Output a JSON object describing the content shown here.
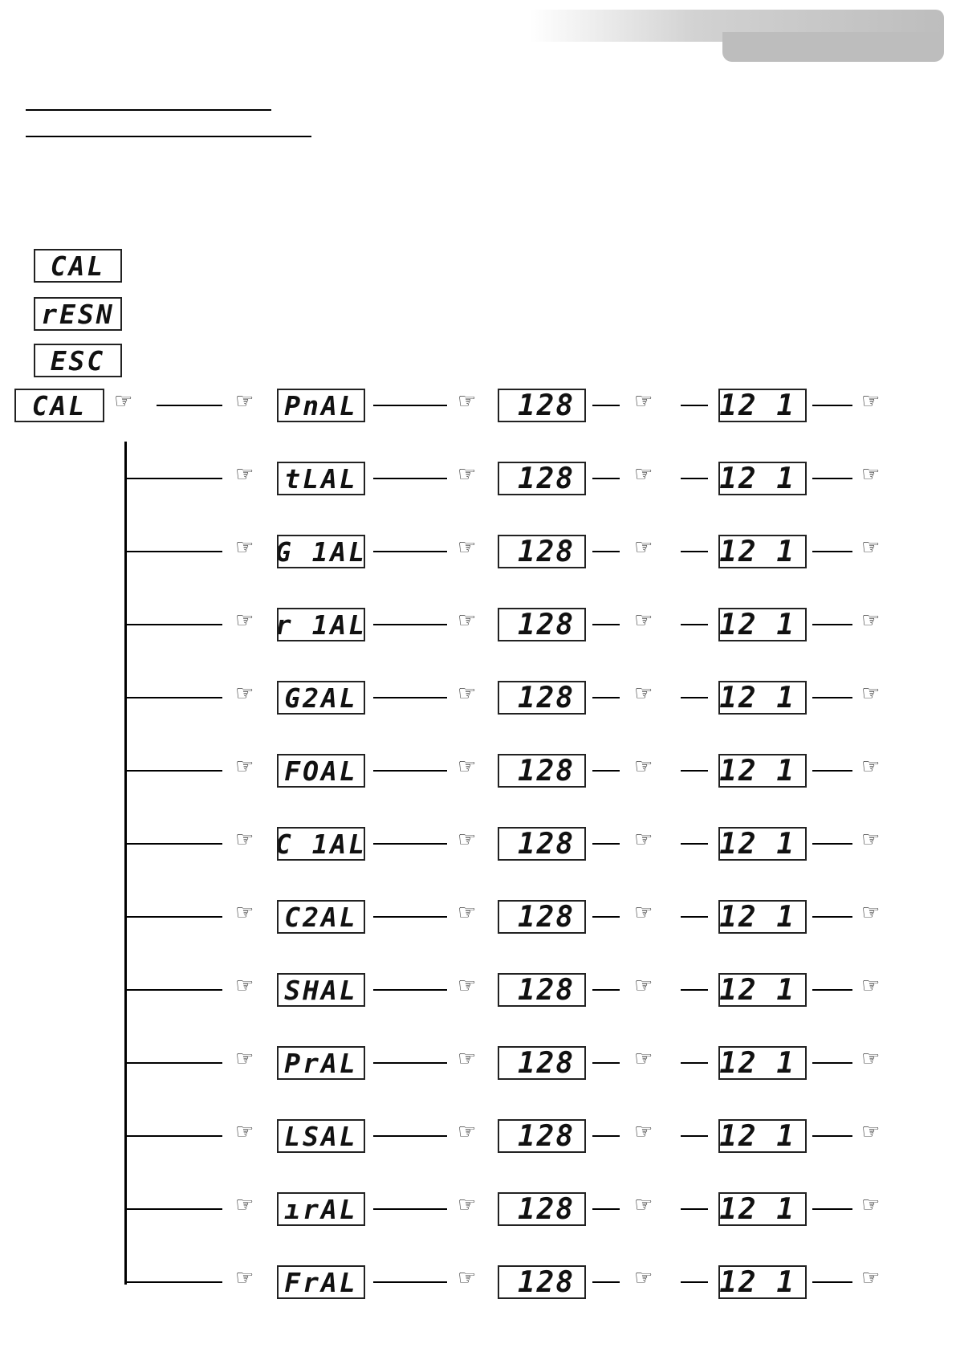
{
  "icons": {
    "pointer": "pointing-hand-icon"
  },
  "hand_glyph": "☞",
  "menu": [
    "CAL",
    "rESN",
    "ESC"
  ],
  "root": "CAL",
  "rows": [
    {
      "code": "PnAL",
      "value_a": "128",
      "value_b": "12 1"
    },
    {
      "code": "tLAL",
      "value_a": "128",
      "value_b": "12 1"
    },
    {
      "code": "G 1AL",
      "value_a": "128",
      "value_b": "12 1"
    },
    {
      "code": "r 1AL",
      "value_a": "128",
      "value_b": "12 1"
    },
    {
      "code": "G2AL",
      "value_a": "128",
      "value_b": "12 1"
    },
    {
      "code": "FOAL",
      "value_a": "128",
      "value_b": "12 1"
    },
    {
      "code": "C 1AL",
      "value_a": "128",
      "value_b": "12 1"
    },
    {
      "code": "C2AL",
      "value_a": "128",
      "value_b": "12 1"
    },
    {
      "code": "SHAL",
      "value_a": "128",
      "value_b": "12 1"
    },
    {
      "code": "PrAL",
      "value_a": "128",
      "value_b": "12 1"
    },
    {
      "code": "LSAL",
      "value_a": "128",
      "value_b": "12 1"
    },
    {
      "code": "ırAL",
      "value_a": "128",
      "value_b": "12 1"
    },
    {
      "code": "FrAL",
      "value_a": "128",
      "value_b": "12 1"
    }
  ]
}
